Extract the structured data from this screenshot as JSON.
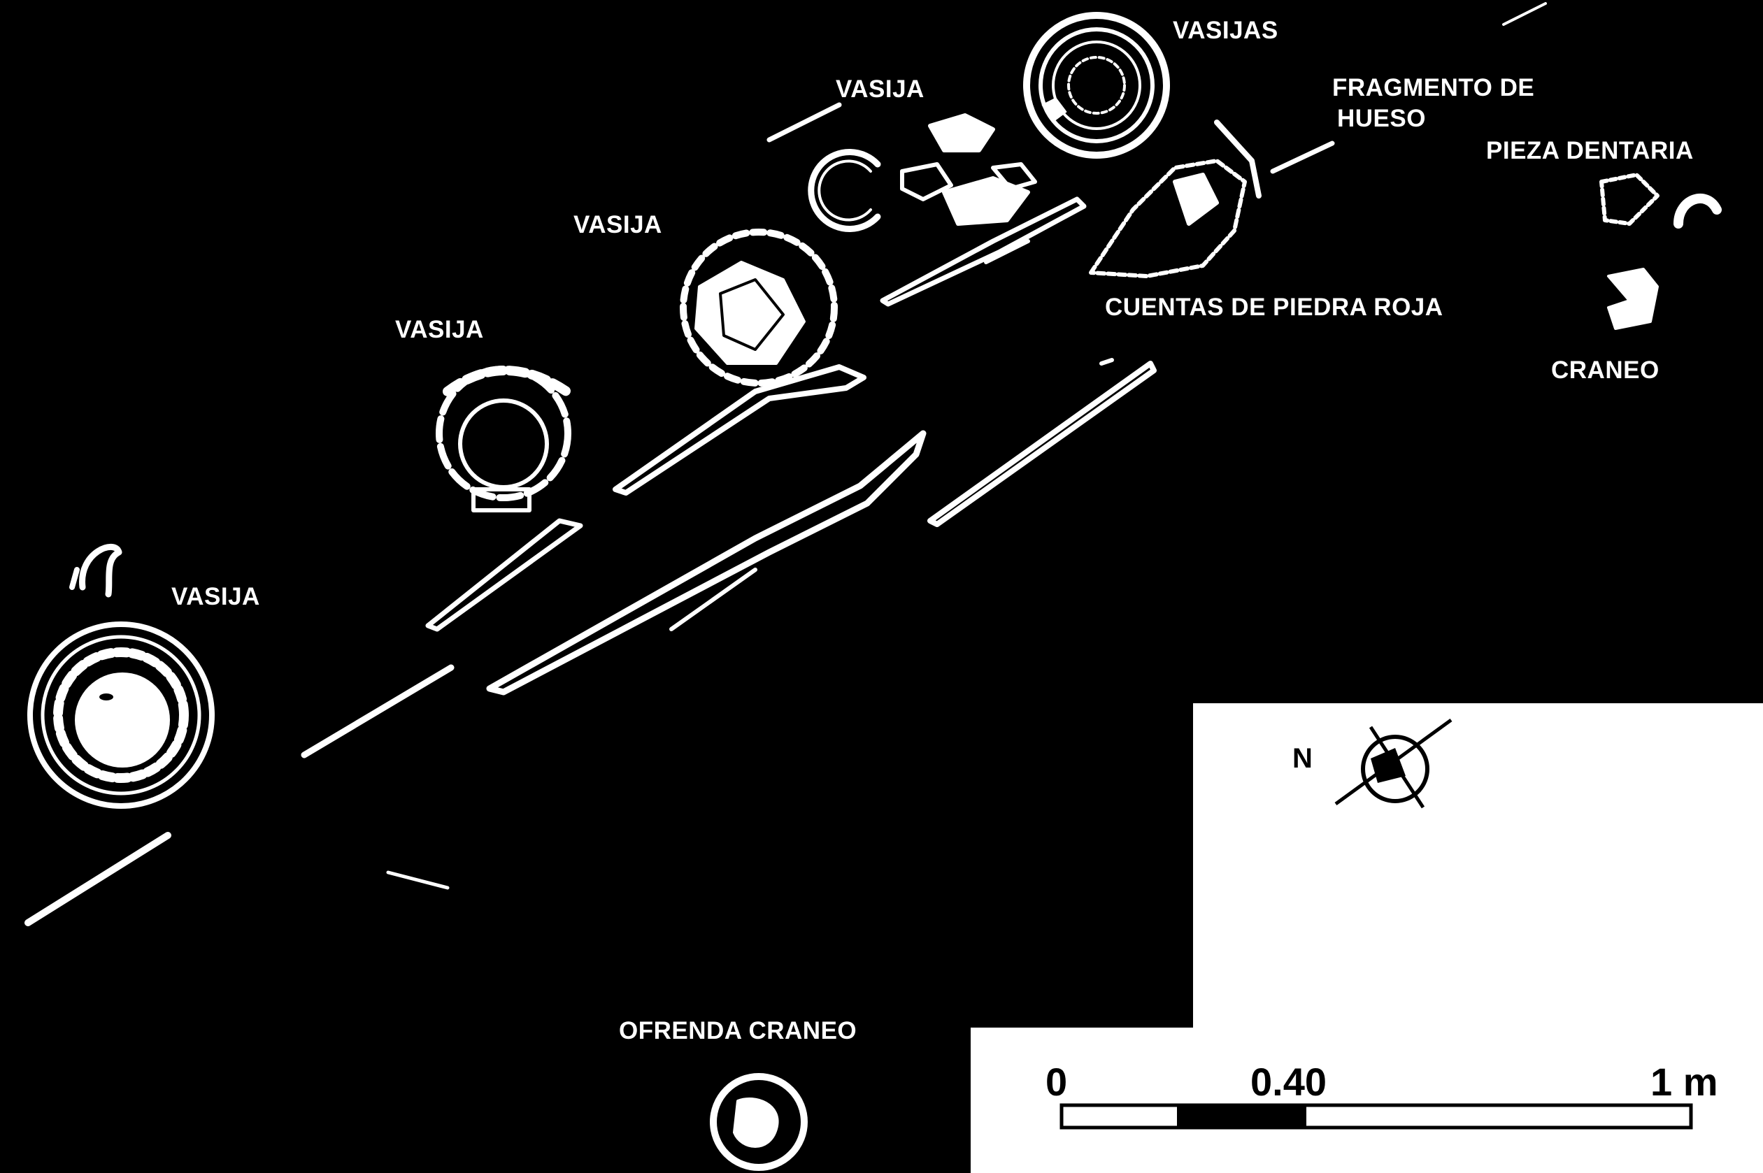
{
  "labels": {
    "vasija_far_left": "VASIJA",
    "vasija_mid_left": "VASIJA",
    "vasija_center": "VASIJA",
    "vasija_upper": "VASIJA",
    "vasijas": "VASIJAS",
    "fragmento_line1": "FRAGMENTO DE",
    "fragmento_line2": "HUESO",
    "pieza_dentaria": "PIEZA DENTARIA",
    "cuentas": "CUENTAS DE PIEDRA ROJA",
    "craneo": "CRANEO",
    "ofrenda_craneo": "OFRENDA CRANEO"
  },
  "legend": {
    "north_label": "N",
    "scale_start": "0",
    "scale_mid": "0.40",
    "scale_end": "1 m"
  }
}
